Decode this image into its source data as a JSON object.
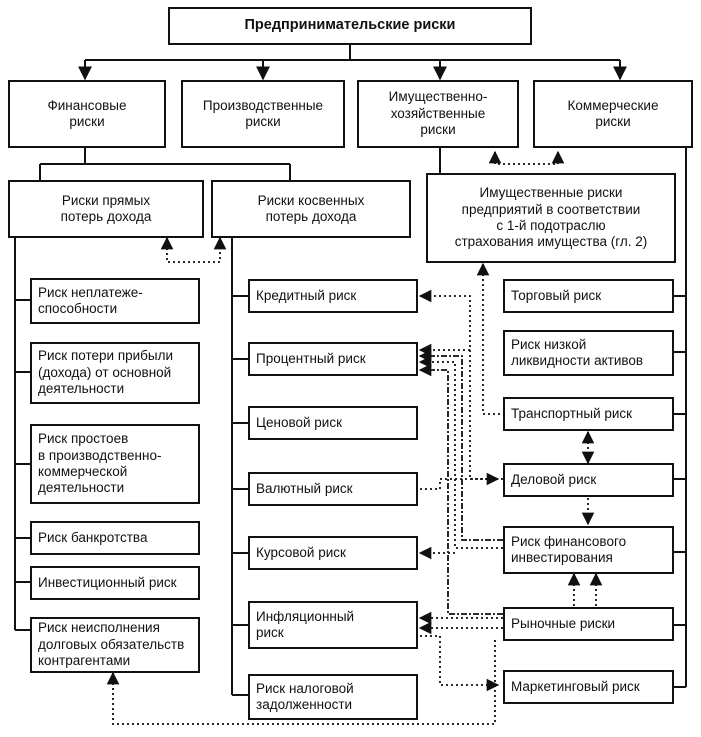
{
  "title": "Предпринимательские риски",
  "categories": {
    "financial": "Финансовые\nриски",
    "production": "Производственные\nриски",
    "property": "Имущественно-\nхозяйственные\nриски",
    "commercial": "Коммерческие\nриски"
  },
  "financial_groups": {
    "direct": "Риски прямых\nпотерь дохода",
    "indirect": "Риски косвенных\nпотерь дохода"
  },
  "property_insurance": "Имущественные риски\nпредприятий в соответствии\nс 1-й подотраслю\nстрахования имущества (гл. 2)",
  "direct_loss_risks": [
    "Риск неплатеже-\nспособности",
    "Риск потери прибыли\n(дохода) от основной\nдеятельности",
    "Риск простоев\nв производственно-\nкоммерческой\nдеятельности",
    "Риск банкротства",
    "Инвестиционный риск",
    "Риск неисполнения\nдолговых обязательств\nконтрагентами"
  ],
  "indirect_loss_risks": [
    "Кредитный риск",
    "Процентный риск",
    "Ценовой риск",
    "Валютный риск",
    "Курсовой риск",
    "Инфляционный\nриск",
    "Риск налоговой\nзадолженности"
  ],
  "commercial_risks": [
    "Торговый риск",
    "Риск низкой\nликвидности активов",
    "Транспортный риск",
    "Деловой риск",
    "Риск финансового\nинвестирования",
    "Рыночные риски",
    "Маркетинговый риск"
  ]
}
